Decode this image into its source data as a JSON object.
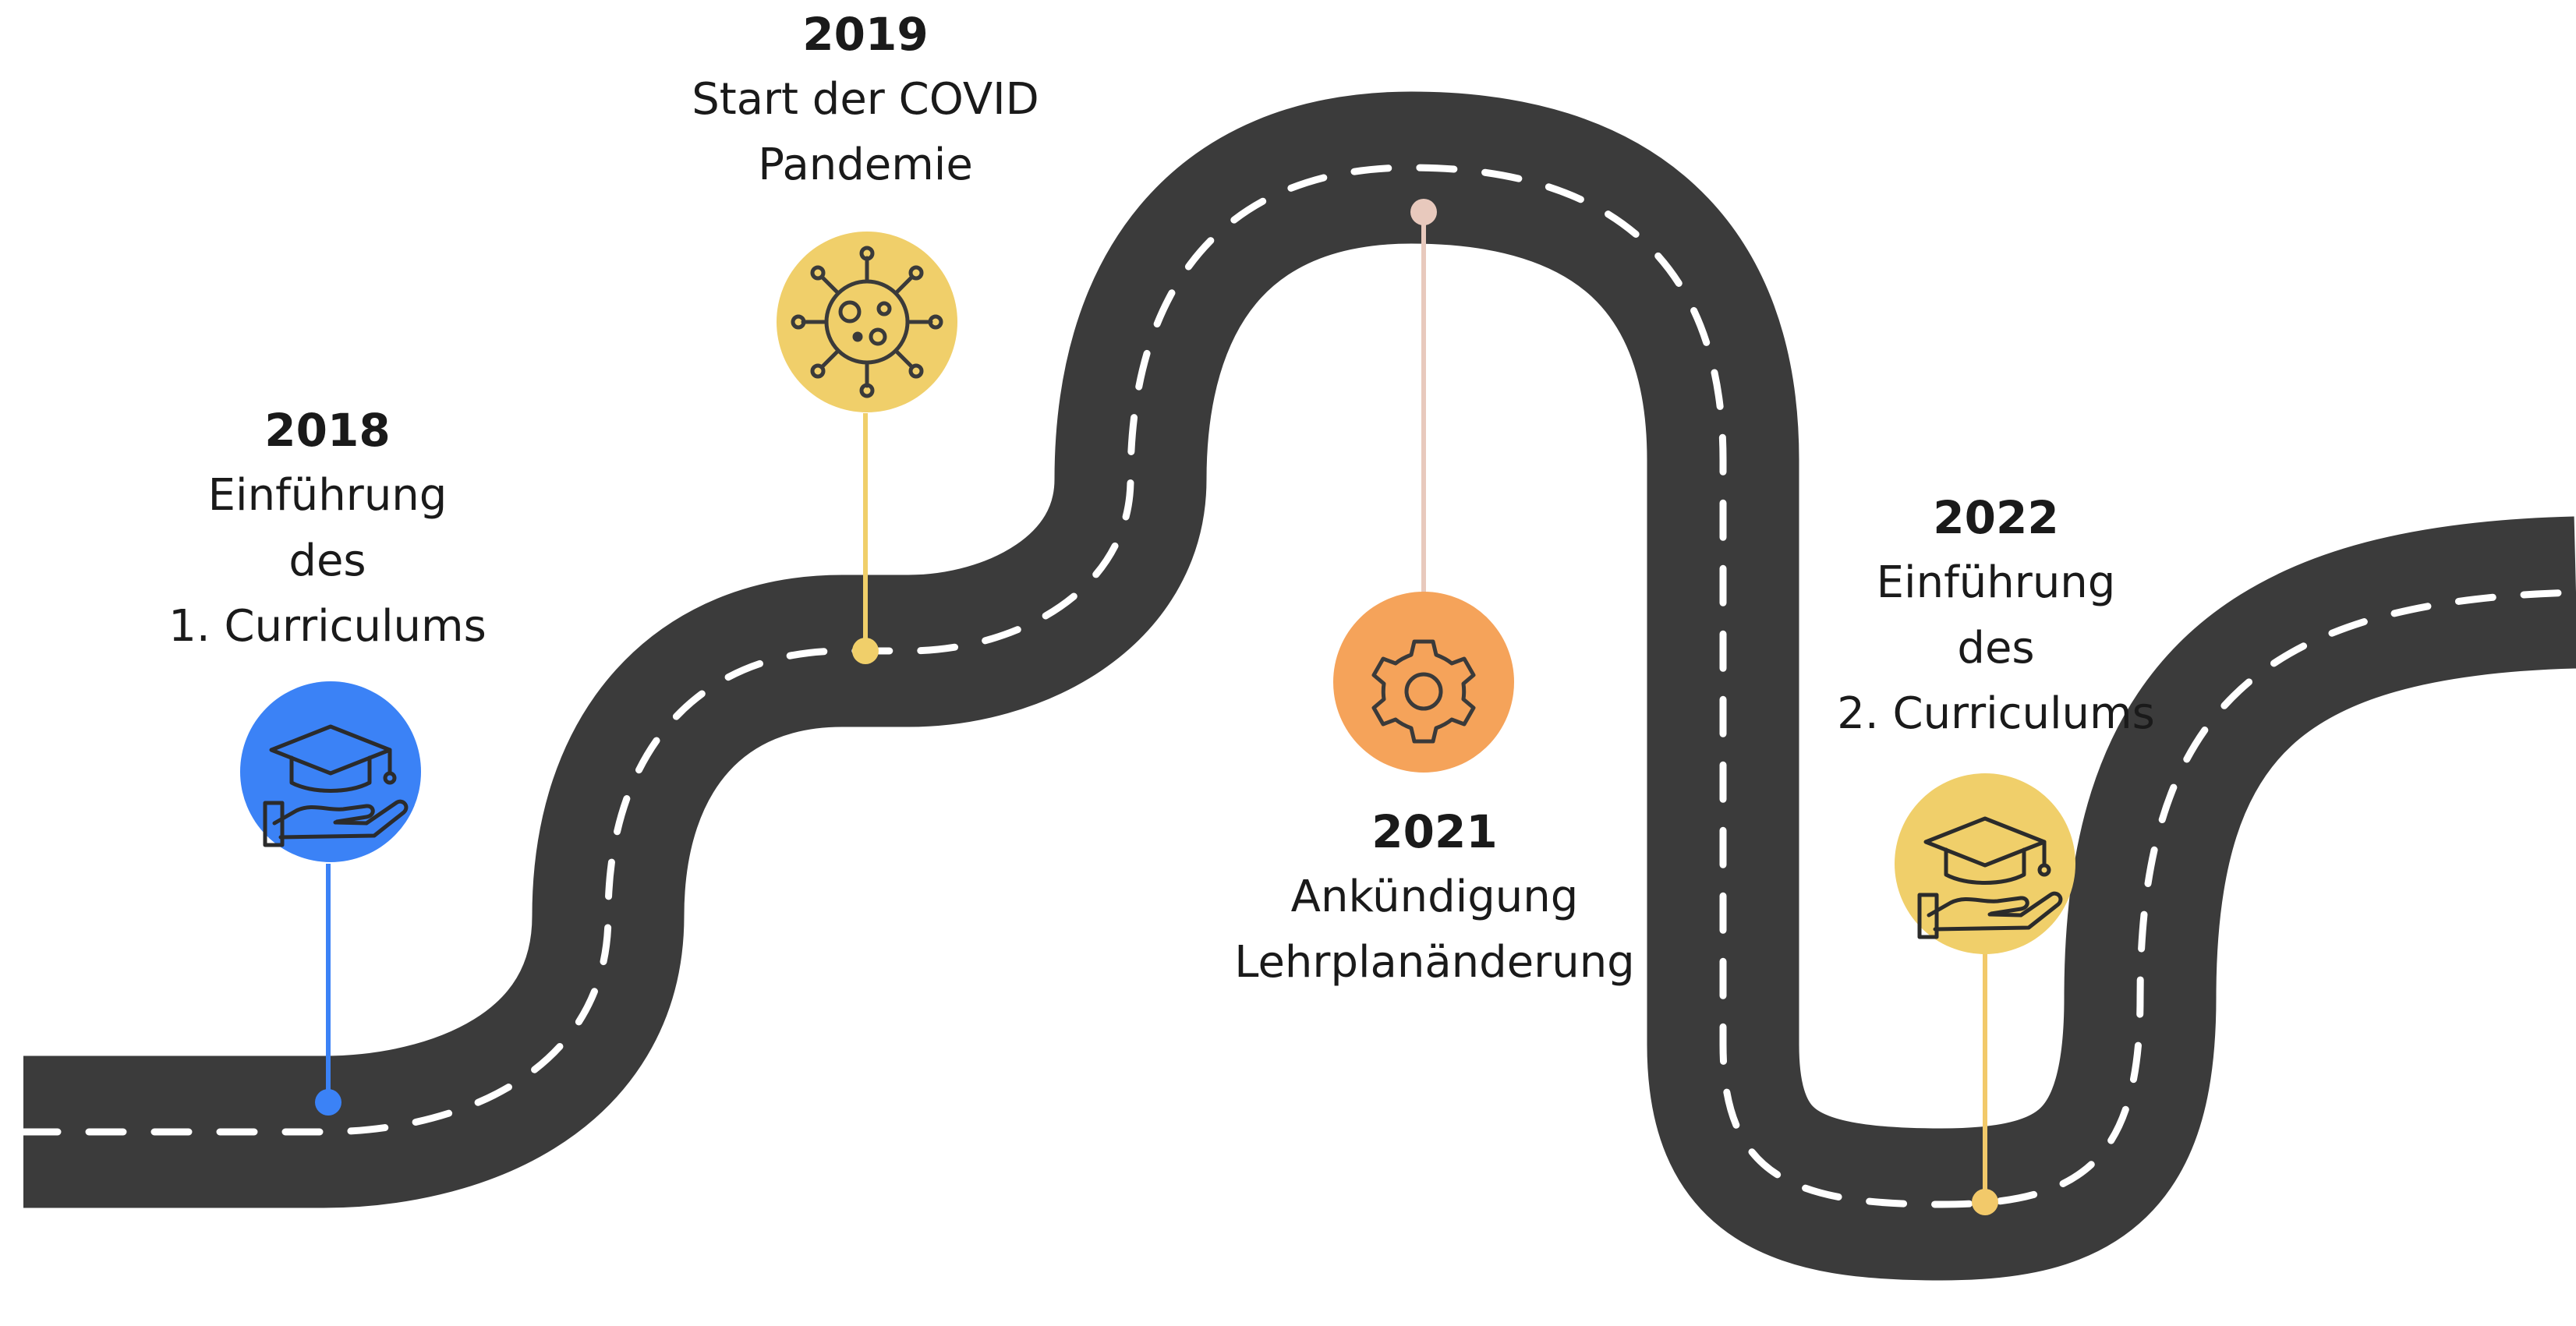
{
  "milestones": [
    {
      "year": "2018",
      "lines": [
        "Einführung",
        "des",
        "1. Curriculums"
      ],
      "icon": "graduation-cap-hand-icon",
      "color": "#3b82f6"
    },
    {
      "year": "2019",
      "lines": [
        "Start der COVID",
        "Pandemie"
      ],
      "icon": "virus-icon",
      "color": "#f0cf6a"
    },
    {
      "year": "2021",
      "lines": [
        "Ankündigung",
        "Lehrplanänderung"
      ],
      "icon": "gear-icon",
      "color": "#f5a35a"
    },
    {
      "year": "2022",
      "lines": [
        "Einführung",
        "des",
        "2. Curriculums"
      ],
      "icon": "graduation-cap-hand-icon",
      "color": "#f0cf6a"
    }
  ],
  "colors": {
    "road": "#3b3b3b",
    "lane_marking": "#ffffff",
    "connector_2021": "#e8c9bd",
    "connector_2022": "#f2c96a"
  }
}
